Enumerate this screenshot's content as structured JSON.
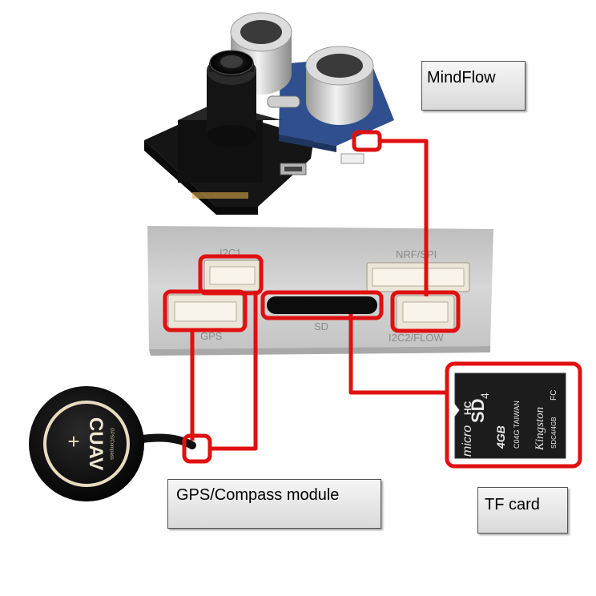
{
  "labels": {
    "mindflow": "MindFlow",
    "gps_module": "GPS/Compass module",
    "tf_card": "TF card"
  },
  "panel_ports": {
    "i2c1": "I2C1",
    "nrf_spi": "NRF/SPI",
    "gps": "GPS",
    "sd": "SD",
    "i2c2_flow": "I2C2/FLOW"
  },
  "gps_puck": {
    "brand": "CUAV",
    "sub": "GPS/Compass"
  },
  "sd_card": {
    "micro": "micro",
    "sd": "SD",
    "hc": "HC",
    "speed_class": "4",
    "capacity": "4GB",
    "origin": "C04G TAIWAN",
    "brand": "Kingston",
    "model": "SDC4/4GB",
    "cert": "FC"
  },
  "colors": {
    "connector_outline": "#e01010",
    "panel": "#c9c9c9",
    "sd_card_body": "#1c1c1c"
  }
}
